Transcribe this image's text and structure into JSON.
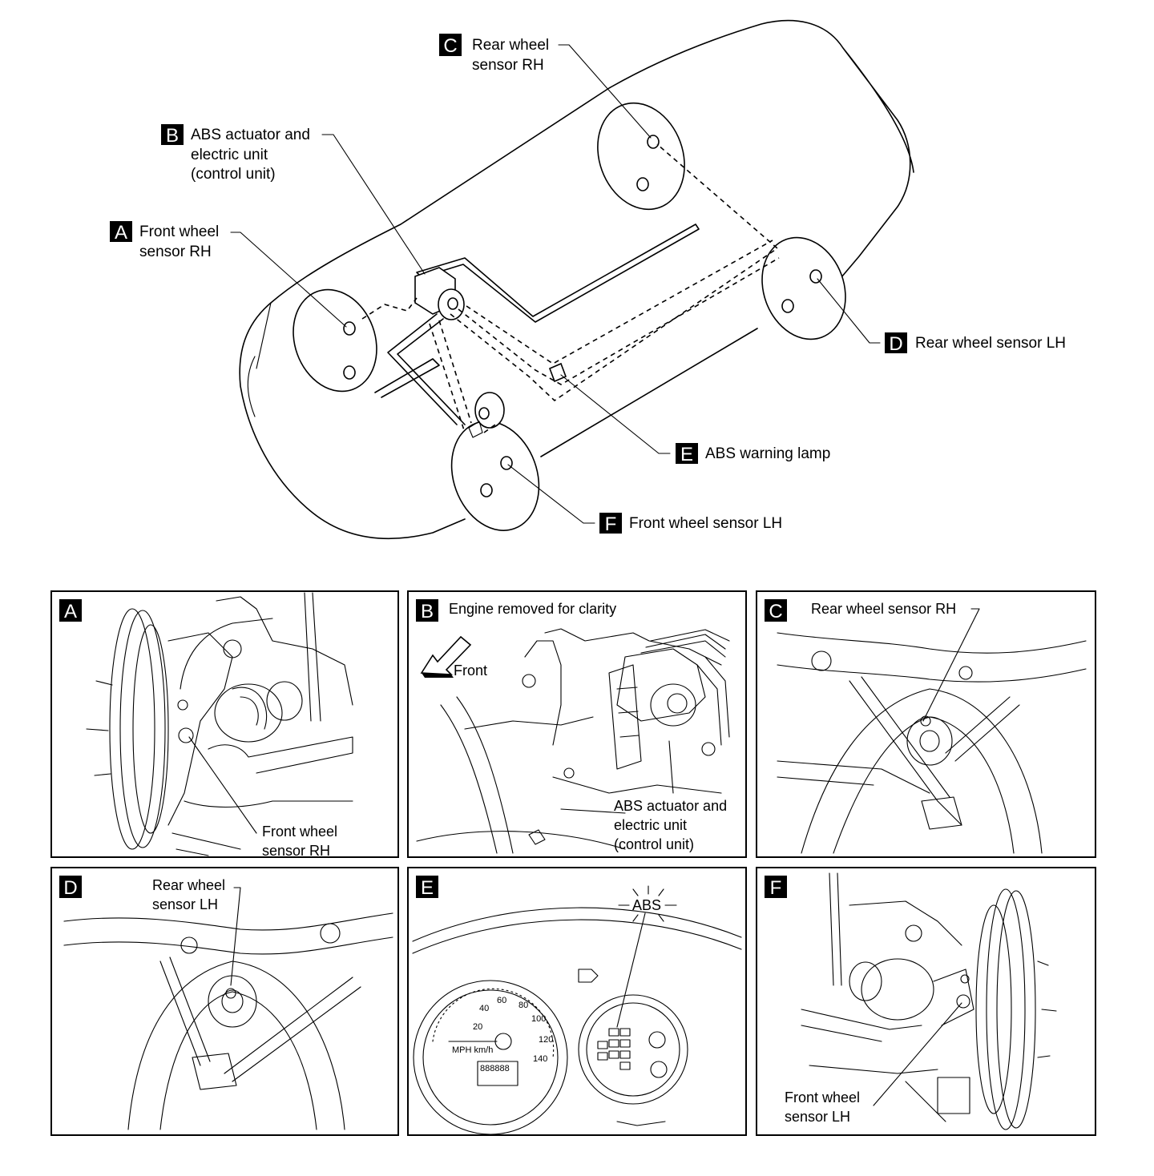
{
  "overview": {
    "callouts": [
      {
        "letter": "A",
        "lines": [
          "Front wheel",
          "sensor RH"
        ]
      },
      {
        "letter": "B",
        "lines": [
          "ABS actuator and",
          "electric unit",
          "(control unit)"
        ]
      },
      {
        "letter": "C",
        "lines": [
          "Rear wheel",
          "sensor RH"
        ]
      },
      {
        "letter": "D",
        "lines": [
          "Rear wheel sensor LH"
        ]
      },
      {
        "letter": "E",
        "lines": [
          "ABS warning lamp"
        ]
      },
      {
        "letter": "F",
        "lines": [
          "Front wheel sensor LH"
        ]
      }
    ]
  },
  "panels": [
    {
      "letter": "A",
      "labels": [
        "Front wheel",
        "sensor RH"
      ]
    },
    {
      "letter": "B",
      "caption": "Engine removed for clarity",
      "arrow_label": "Front",
      "labels": [
        "ABS actuator and",
        "electric unit",
        "(control unit)"
      ]
    },
    {
      "letter": "C",
      "labels": [
        "Rear wheel sensor RH"
      ]
    },
    {
      "letter": "D",
      "labels": [
        "Rear wheel",
        "sensor LH"
      ]
    },
    {
      "letter": "E",
      "lamp_label": "ABS",
      "speedo_numbers": [
        "20",
        "40",
        "60",
        "80",
        "100",
        "120",
        "140"
      ],
      "speedo_units": "MPH km/h",
      "odometer": "888888"
    },
    {
      "letter": "F",
      "labels": [
        "Front wheel",
        "sensor LH"
      ]
    }
  ]
}
